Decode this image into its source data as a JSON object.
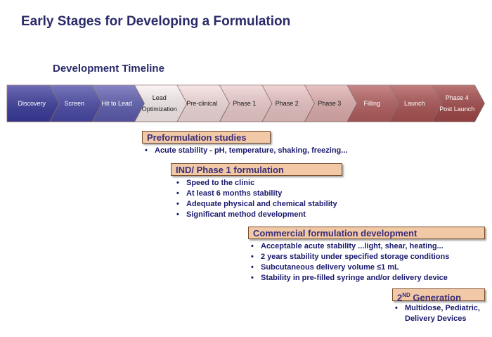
{
  "title": "Early Stages for Developing a Formulation",
  "subtitle": "Development Timeline",
  "stages": [
    {
      "lines": [
        "Discovery"
      ],
      "fill": "#3b3b9e",
      "text": "#ffffff"
    },
    {
      "lines": [
        "Screen"
      ],
      "fill": "#4a4aa8",
      "text": "#ffffff"
    },
    {
      "lines": [
        "Hit to Lead"
      ],
      "fill": "#5e5eb2",
      "text": "#ffffff"
    },
    {
      "lines": [
        "Lead",
        "Optimization"
      ],
      "fill": "#fbf1f1",
      "text": "#1a1a1a"
    },
    {
      "lines": [
        "Pre-clinical"
      ],
      "fill": "#f6dede",
      "text": "#1a1a1a"
    },
    {
      "lines": [
        "Phase 1"
      ],
      "fill": "#f0d0d0",
      "text": "#1a1a1a"
    },
    {
      "lines": [
        "Phase 2"
      ],
      "fill": "#ecc6c6",
      "text": "#1a1a1a"
    },
    {
      "lines": [
        "Phase 3"
      ],
      "fill": "#e2b0b0",
      "text": "#1a1a1a"
    },
    {
      "lines": [
        "Filling"
      ],
      "fill": "#b55f5f",
      "text": "#ffffff"
    },
    {
      "lines": [
        "Launch"
      ],
      "fill": "#ad5454",
      "text": "#ffffff"
    },
    {
      "lines": [
        "Phase 4",
        "Post Launch"
      ],
      "fill": "#a34848",
      "text": "#ffffff"
    }
  ],
  "sections": {
    "preformulation": {
      "heading": "Preformulation studies",
      "bullets": [
        "Acute stability - pH, temperature, shaking, freezing..."
      ]
    },
    "ind": {
      "heading": "IND/ Phase 1 formulation",
      "bullets": [
        "Speed to the clinic",
        "At least 6 months stability",
        "Adequate physical and chemical stability",
        "Significant method development"
      ]
    },
    "commercial": {
      "heading": "Commercial formulation development",
      "bullets": [
        "Acceptable acute stability ...light, shear, heating...",
        "2 years stability under specified storage conditions",
        "Subcutaneous delivery volume ≤1 mL",
        "Stability in pre-filled syringe and/or delivery device"
      ]
    },
    "second": {
      "heading_main": "2",
      "heading_sup": "ND",
      "heading_rest": " Generation",
      "bullets": [
        "Multidose, Pediatric,",
        "Delivery Devices"
      ]
    }
  }
}
